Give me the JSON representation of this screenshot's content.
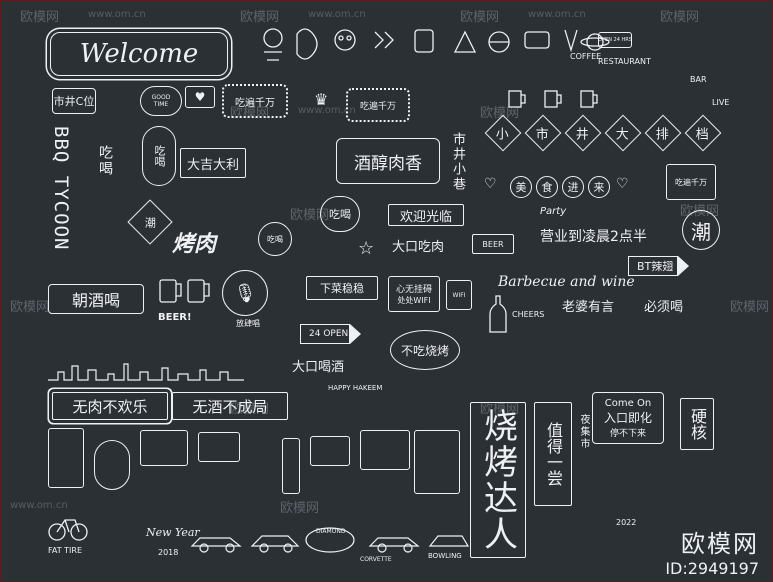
{
  "watermark": {
    "brand": "欧模网",
    "url": "www.om.cn",
    "id_line": "ID:2949197"
  },
  "signs": {
    "welcome": "Welcome",
    "shijing_c": "市井C位",
    "good_time": "GOOD TIME",
    "chizao": "吃喝",
    "bbq_vertical": "BBQ TYCOON",
    "bbq_king": "大吉大利",
    "daji": "吃遍千万",
    "jiuchun": "酒醇肉香",
    "shijing_xiaoxiang": "市井小巷",
    "big_title": [
      "小",
      "市",
      "井",
      "大",
      "排",
      "档"
    ],
    "meishi": [
      "美",
      "食",
      "进",
      "来"
    ],
    "party": "Party",
    "open_late": "营业到凌晨2点半",
    "chao": "潮",
    "kaorou": "烤肉",
    "huanying": "欢迎光临",
    "dakou_chirou": "大口吃肉",
    "beer": "BEER",
    "bt_label": "BT辣翅",
    "bbq_wine": "Barbecue and wine",
    "laopo": "老婆有言",
    "bixu": "必须喝",
    "chaojiu": "朝酒喝",
    "beer2": "BEER!",
    "mic": "放肆唱",
    "xiadan": "下菜稳稳",
    "wifi_title": "心无挂碍",
    "wifi_sub": "处处WIFI",
    "wifi_icon": "WIFI",
    "cheers": "CHEERS",
    "open24": "24 OPEN",
    "buchi": "不吃烧烤",
    "dakou_hejiu": "大口喝酒",
    "happy": "HAPPY HAKEEM",
    "wurou": "无肉不欢乐",
    "wujiu": "无酒不成局",
    "shaokao": "烧烤达人",
    "zhide": "值得一尝",
    "yeji": "夜集市",
    "come_on": "Come On",
    "rukou": "入口即化",
    "tingbuxialai": "停不下来",
    "ying": "硬核",
    "fat_tire": "FAT TIRE",
    "new_year": "New Year",
    "year": "2018",
    "year2": "2022",
    "bowling": "BOWLING",
    "restaurant": "RESTAURANT",
    "open": "OPEN 24 HRS",
    "coffee": "COFFEE",
    "live": "LIVE",
    "bar": "BAR",
    "diamond": "DIAMOND",
    "corvette": "CORVETTE"
  }
}
